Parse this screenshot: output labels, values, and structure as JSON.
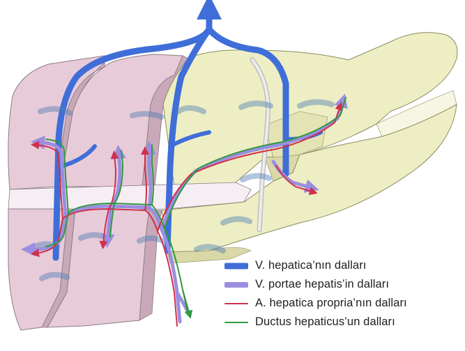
{
  "figure": {
    "subject": "Liver segments with hepatic vessel and duct branches"
  },
  "legend": [
    {
      "key": "hepatic_vein",
      "label": "V. hepatica’nın dalları",
      "color": "#3f6ed8"
    },
    {
      "key": "portal_vein",
      "label": "V. portae hepatis’in dalları",
      "color": "#9b8ee0"
    },
    {
      "key": "hepatic_artery",
      "label": "A. hepatica propria’nın dalları",
      "color": "#d0304a"
    },
    {
      "key": "bile_duct",
      "label": "Ductus hepaticus’un dalları",
      "color": "#2e9a3e"
    }
  ],
  "colors": {
    "left_lobe": "#e8cbd9",
    "left_lobe_side": "#c9a8b9",
    "right_lobe": "#eeeec4",
    "right_lobe_side": "#d9d8a6",
    "cut_faces": "#f6eef3",
    "outline": "#8a7b86",
    "ligament": "#d9d9d9"
  }
}
